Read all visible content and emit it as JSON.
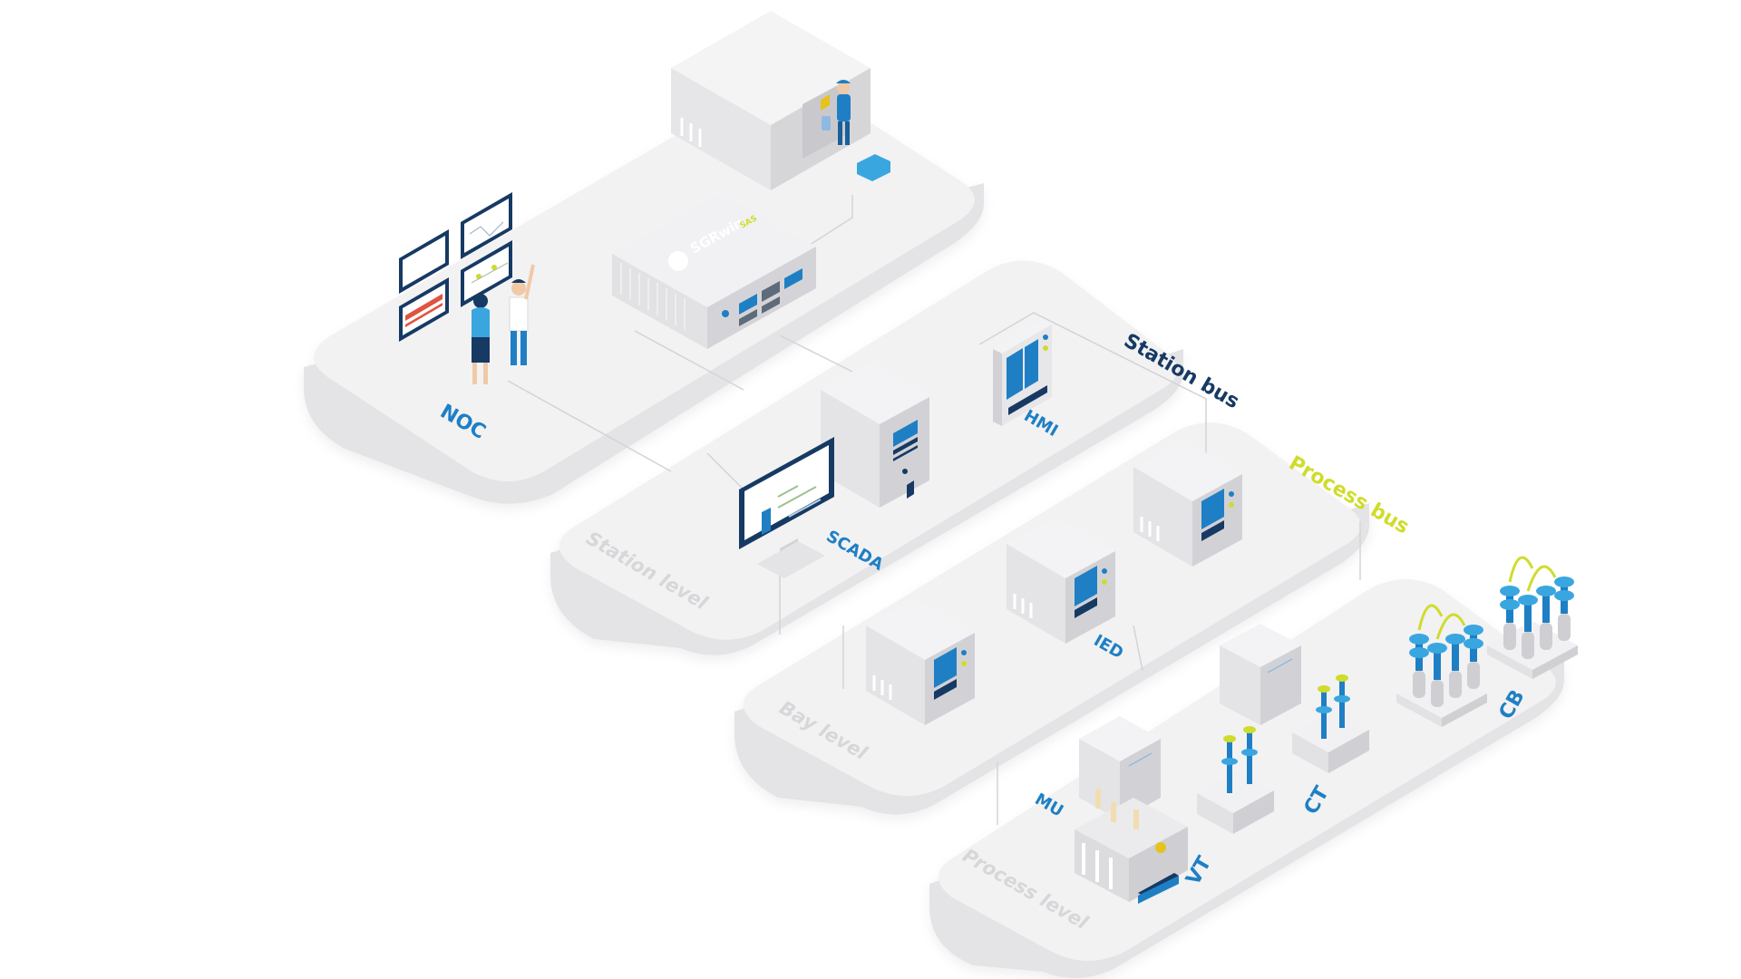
{
  "colors": {
    "platform_top": "#f2f2f3",
    "platform_side": "#e4e4e6",
    "box_light": "#ebebed",
    "box_mid": "#dcdcdf",
    "box_dark": "#cfcfd3",
    "blue": "#1f7fc4",
    "blue_light": "#3aa6e0",
    "navy": "#163a63",
    "lime": "#cfdc2b",
    "red": "#e0533f",
    "level_text": "#d7d7da",
    "line": "#d4d4d8"
  },
  "labels": {
    "noc": "NOC",
    "hmi": "HMI",
    "scada": "SCADA",
    "station_bus": "Station bus",
    "station_level": "Station level",
    "process_bus": "Process bus",
    "ied": "IED",
    "bay_level": "Bay level",
    "mu": "MU",
    "vt": "VT",
    "ct": "CT",
    "cb": "CB",
    "process_level": "Process level"
  },
  "brand": {
    "name": "SGRwin",
    "suffix": "SAS"
  }
}
